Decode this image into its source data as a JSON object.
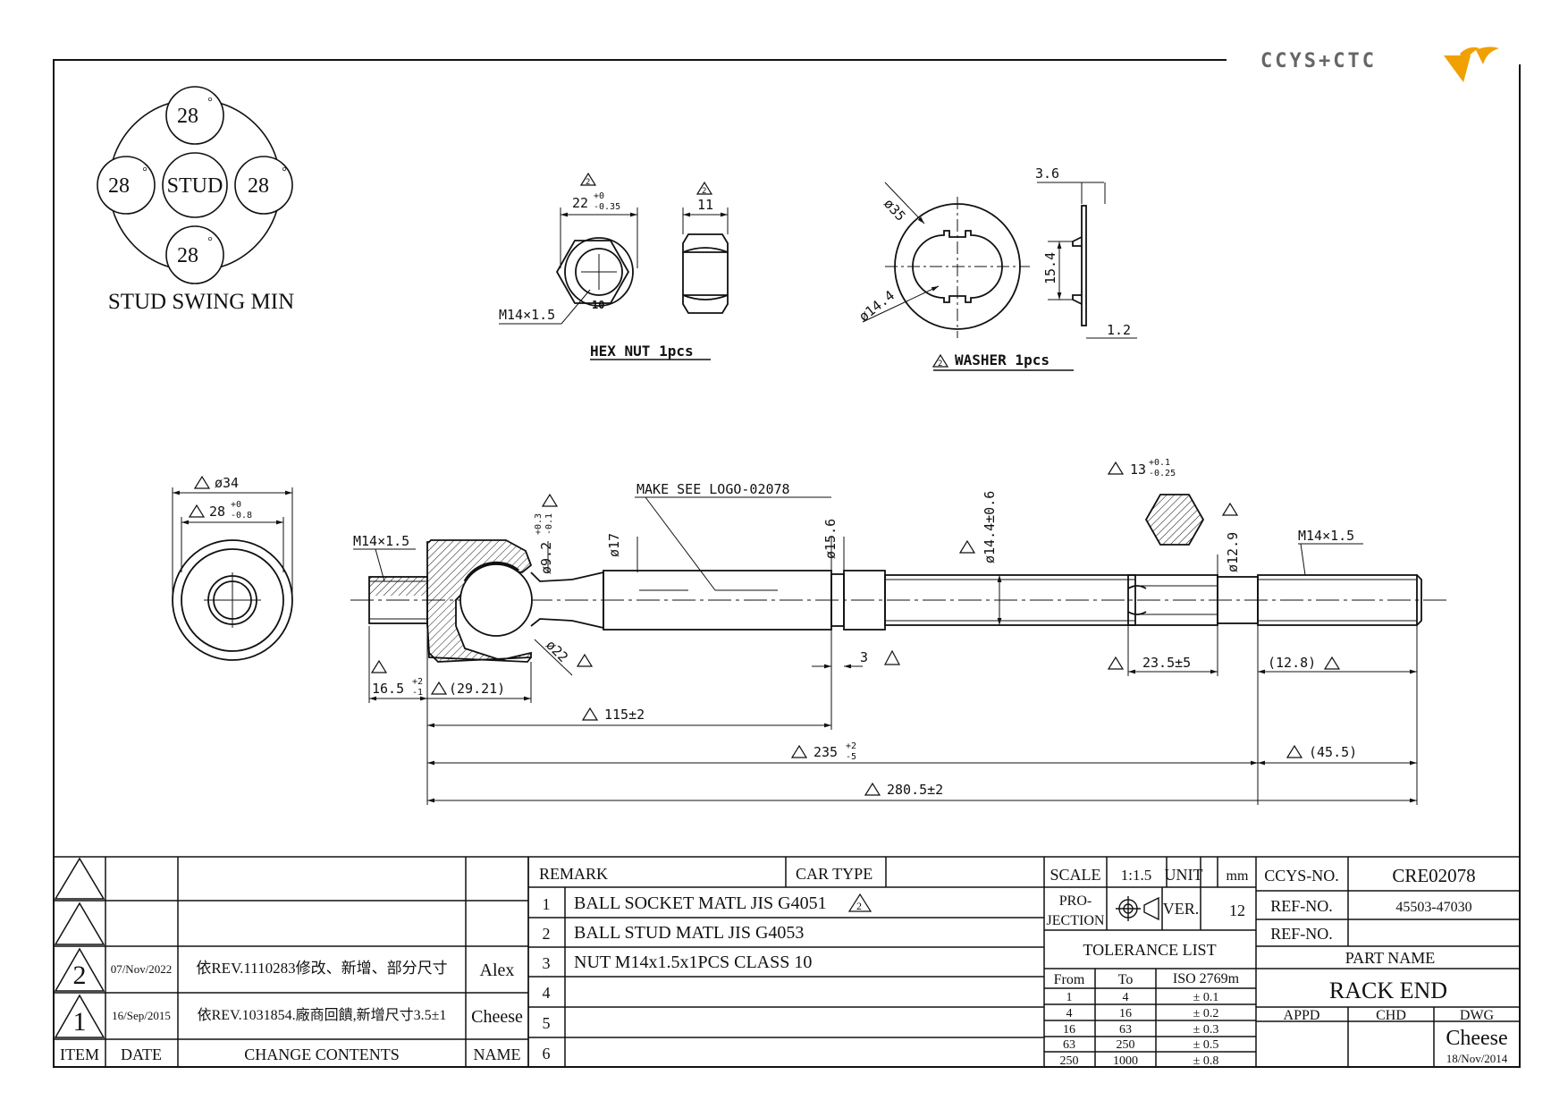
{
  "logo": {
    "text": "CCYS+CTC",
    "accent": "#f0a000"
  },
  "stud_swing": {
    "title": "STUD SWING MIN",
    "center": "STUD",
    "angles": [
      "28",
      "28",
      "28",
      "28"
    ],
    "degree": "°"
  },
  "hex_nut": {
    "title": "HEX NUT 1pcs",
    "width_dim": "22",
    "width_tol_upper": "+0",
    "width_tol_lower": "-0.35",
    "thickness_dim": "11",
    "thread": "M14×1.5",
    "grade": "10",
    "rev_mark": "2"
  },
  "washer": {
    "title": "WASHER 1pcs",
    "outer_dia": "ø35",
    "inner_dia": "ø14.4",
    "thickness": "3.6",
    "height": "15.4",
    "sheet": "1.2",
    "rev_mark": "2"
  },
  "end_view": {
    "outer_dia": "ø34",
    "inner_dia": "28",
    "inner_tol_upper": "+0",
    "inner_tol_lower": "-0.8"
  },
  "main_view": {
    "left_thread": "M14×1.5",
    "ball_neck": "ø9.2",
    "ball_neck_tol_upper": "+0.3",
    "ball_neck_tol_lower": "-0.1",
    "shaft_dia": "ø17",
    "logo_note": "MAKE SEE LOGO-02078",
    "collar_dia": "ø15.6",
    "rod_dia": "ø14.4±0.6",
    "hex_size": "13",
    "hex_tol_upper": "+0.1",
    "hex_tol_lower": "-0.25",
    "neck_dia": "ø12.9",
    "right_thread": "M14×1.5",
    "ball_dia": "ø22",
    "collar_width": "3",
    "left_len": "16.5",
    "left_len_tol_upper": "+2",
    "left_len_tol_lower": "-1",
    "socket_len": "(29.21)",
    "flat_len": "23.5±5",
    "thread_len": "(12.8)",
    "dim_115": "115±2",
    "dim_235": "235",
    "dim_235_tol_upper": "+2",
    "dim_235_tol_lower": "-5",
    "dim_45": "(45.5)",
    "dim_280": "280.5±2"
  },
  "revisions": {
    "rows": [
      {
        "item": "",
        "date": "",
        "content": "",
        "name": ""
      },
      {
        "item": "",
        "date": "",
        "content": "",
        "name": ""
      },
      {
        "item": "2",
        "date": "07/Nov/2022",
        "content": "依REV.1110283修改、新增、部分尺寸",
        "name": "Alex"
      },
      {
        "item": "1",
        "date": "16/Sep/2015",
        "content": "依REV.1031854.廠商回饋,新增尺寸3.5±1",
        "name": "Cheese"
      }
    ],
    "headers": {
      "item": "ITEM",
      "date": "DATE",
      "content": "CHANGE CONTENTS",
      "name": "NAME"
    }
  },
  "remarks": {
    "header": "REMARK",
    "car_type": "CAR TYPE",
    "rows": [
      {
        "no": "1",
        "text": "BALL SOCKET MATL JIS G4051",
        "rev": "2"
      },
      {
        "no": "2",
        "text": "BALL STUD MATL JIS G4053",
        "rev": ""
      },
      {
        "no": "3",
        "text": "NUT M14x1.5x1PCS CLASS 10",
        "rev": ""
      },
      {
        "no": "4",
        "text": "",
        "rev": ""
      },
      {
        "no": "5",
        "text": "",
        "rev": ""
      },
      {
        "no": "6",
        "text": "",
        "rev": ""
      }
    ]
  },
  "title_block": {
    "scale_label": "SCALE",
    "scale": "1:1.5",
    "unit_label": "UNIT",
    "unit": "mm",
    "projection_label_1": "PRO-",
    "projection_label_2": "JECTION",
    "ver_label": "VER.",
    "ver": "12",
    "tolerance_title": "TOLERANCE LIST",
    "tol_headers": {
      "from": "From",
      "to": "To",
      "std": "ISO 2769m"
    },
    "tolerances": [
      {
        "from": "1",
        "to": "4",
        "tol": "± 0.1"
      },
      {
        "from": "4",
        "to": "16",
        "tol": "± 0.2"
      },
      {
        "from": "16",
        "to": "63",
        "tol": "± 0.3"
      },
      {
        "from": "63",
        "to": "250",
        "tol": "± 0.5"
      },
      {
        "from": "250",
        "to": "1000",
        "tol": "± 0.8"
      }
    ],
    "ccys_no_label": "CCYS-NO.",
    "ccys_no": "CRE02078",
    "ref_no_label": "REF-NO.",
    "ref_no": "45503-47030",
    "ref_no2_label": "REF-NO.",
    "ref_no2": "",
    "part_name_label": "PART NAME",
    "part_name": "RACK END",
    "appd": "APPD",
    "chd": "CHD",
    "dwg": "DWG",
    "drawer": "Cheese",
    "date": "18/Nov/2014"
  }
}
